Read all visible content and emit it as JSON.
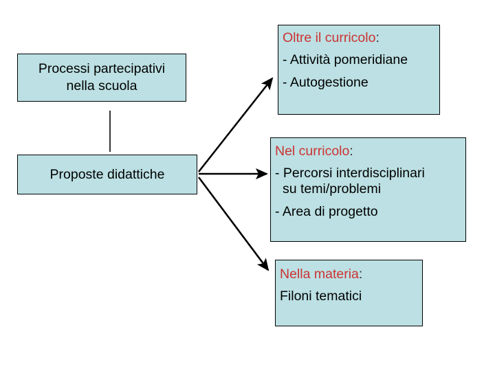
{
  "diagram": {
    "title_text": "",
    "colors": {
      "node_fill": "#bce0e3",
      "node_border": "#000000",
      "heading_red": "#cc3333",
      "body_text": "#000000",
      "canvas_background": "#ffffff",
      "connector": "#000000"
    },
    "nodes": {
      "processi": {
        "line1": "Processi partecipativi",
        "line2": "nella scuola"
      },
      "proposte": {
        "label": "Proposte didattiche"
      },
      "oltre": {
        "heading": "Oltre il curricolo",
        "colon": ":",
        "item1": "- Attività pomeridiane",
        "item2": "- Autogestione"
      },
      "nel": {
        "heading": "Nel curricolo",
        "colon": ":",
        "item1_line1": "- Percorsi interdisciplinari",
        "item1_line2": "su temi/problemi",
        "item2": "- Area di progetto"
      },
      "nella": {
        "heading": "Nella materia",
        "colon": ":",
        "item1": "Filoni tematici"
      }
    },
    "connectors": {
      "processi_to_proposte": "plain-line",
      "proposte_to_oltre": "arrow-up-right",
      "proposte_to_nel": "arrow-right",
      "proposte_to_nella": "arrow-down-right"
    }
  }
}
